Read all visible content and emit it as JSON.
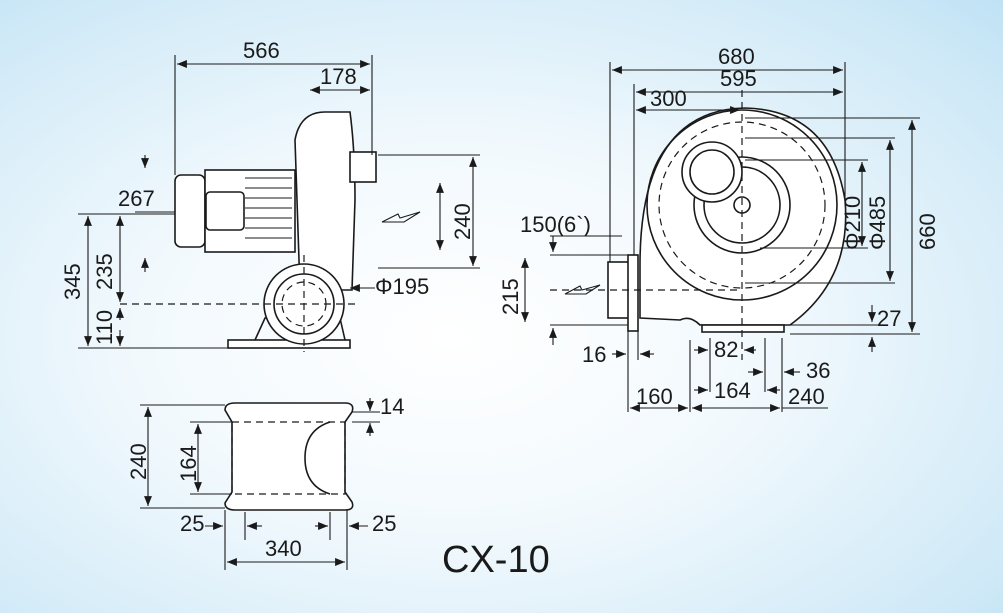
{
  "model": "CX-10",
  "side_view": {
    "overall_length": "566",
    "outlet_depth": "178",
    "motor_height": "267",
    "total_height": "345",
    "shaft_height": "235",
    "base_height": "110",
    "outlet_height": "240",
    "inlet_diameter": "Φ195"
  },
  "base_view": {
    "base_depth": "240",
    "hole_spacing_depth": "164",
    "slot_width": "14",
    "left_offset": "25",
    "right_offset": "25",
    "base_width": "340"
  },
  "front_view": {
    "overall_width": "680",
    "width_to_flange": "595",
    "center_offset": "300",
    "outlet_size": "150(6`)",
    "flange_height": "215",
    "inner_diameter": "Φ210",
    "outer_diameter": "Φ485",
    "total_height": "660",
    "foot_height": "27",
    "flange_thickness": "16",
    "hole_spacing_half": "82",
    "slot_offset": "36",
    "outlet_to_foot": "160",
    "hole_spacing": "164",
    "foot_width": "240"
  }
}
